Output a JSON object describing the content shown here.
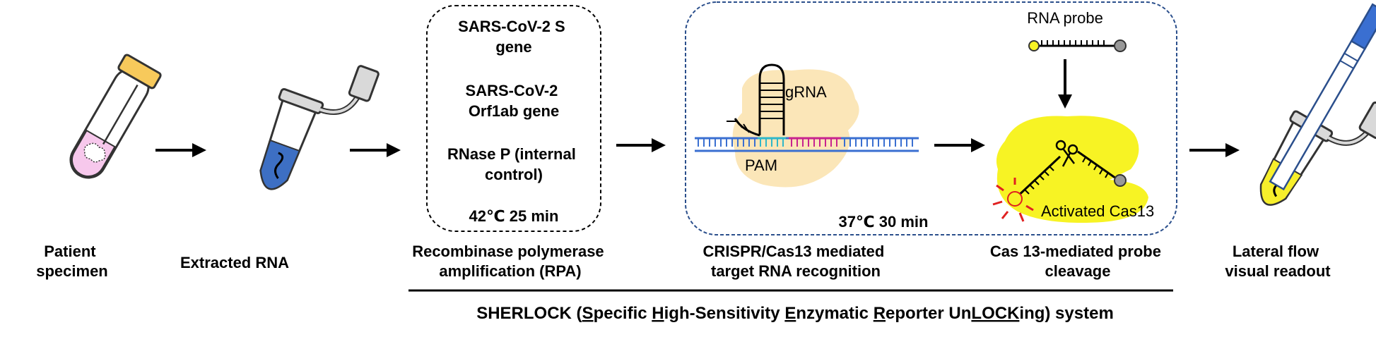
{
  "steps": {
    "patient_specimen": [
      "Patient",
      "specimen"
    ],
    "extracted_rna": "Extracted RNA",
    "rpa": [
      "Recombinase polymerase",
      "amplification (RPA)"
    ],
    "crispr": [
      "CRISPR/Cas13 mediated",
      "target RNA recognition"
    ],
    "cleavage": [
      "Cas 13-mediated probe",
      "cleavage"
    ],
    "lateral_flow": [
      "Lateral flow",
      "visual readout"
    ]
  },
  "rpa_box": {
    "targets": [
      [
        "SARS-CoV-2 S",
        "gene"
      ],
      [
        "SARS-CoV-2",
        "Orf1ab gene"
      ],
      [
        "RNase P (internal",
        "control)"
      ]
    ],
    "condition": "42℃ 25 min"
  },
  "cas_box": {
    "grna": "gRNA",
    "pam": "PAM",
    "rna_probe": "RNA probe",
    "activated": "Activated Cas13",
    "condition": "37℃ 30 min"
  },
  "system_title": {
    "parts": [
      "SHERLOCK (",
      "S",
      "pecific ",
      "H",
      "igh-Sensitivity ",
      "E",
      "nzymatic ",
      "R",
      "eporter Un",
      "LOCK",
      "ing) system"
    ]
  },
  "colors": {
    "cas13_body": "#fbe6b8",
    "cas13_active": "#f7f324",
    "dna_strand": "#3a6fd1",
    "pam_color": "#2fb7c9",
    "target_color": "#c7238f",
    "tube_cap": "#f7c95b",
    "rna_tube_fill": "#3d6fc3",
    "specimen_fill": "#f7c8ec",
    "lf_fill": "#f7ef2b",
    "box_border": "#2b4f8c"
  }
}
